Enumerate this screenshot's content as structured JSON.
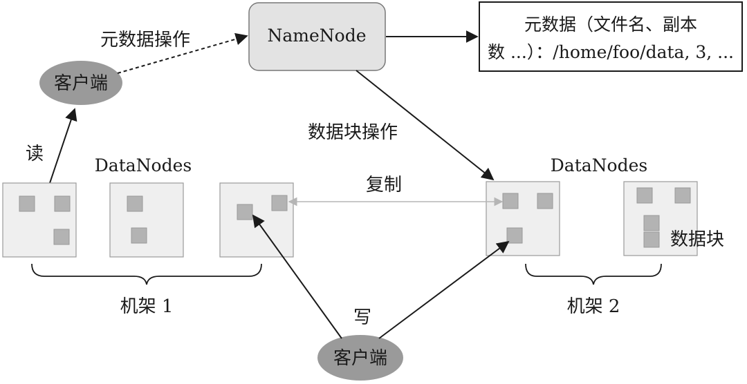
{
  "namenode": {
    "label": "NameNode"
  },
  "metadata": {
    "line1": "元数据（文件名、副本",
    "line2": "数 ...）：/home/foo/data, 3, ..."
  },
  "client_top": {
    "label": "客户端"
  },
  "client_bottom": {
    "label": "客户端"
  },
  "labels": {
    "metadata_ops": "元数据操作",
    "block_ops": "数据块操作",
    "read": "读",
    "write": "写",
    "replication": "复制",
    "datanodes_left": "DataNodes",
    "datanodes_right": "DataNodes",
    "rack1": "机架 1",
    "rack2": "机架 2",
    "block": "数据块"
  },
  "colors": {
    "namenode_fill": "#e3e3e3",
    "datanode_fill": "#efefef",
    "block_fill": "#b3b3b3",
    "client_fill": "#9a9a9a",
    "replication_line": "#b5b5b5"
  }
}
